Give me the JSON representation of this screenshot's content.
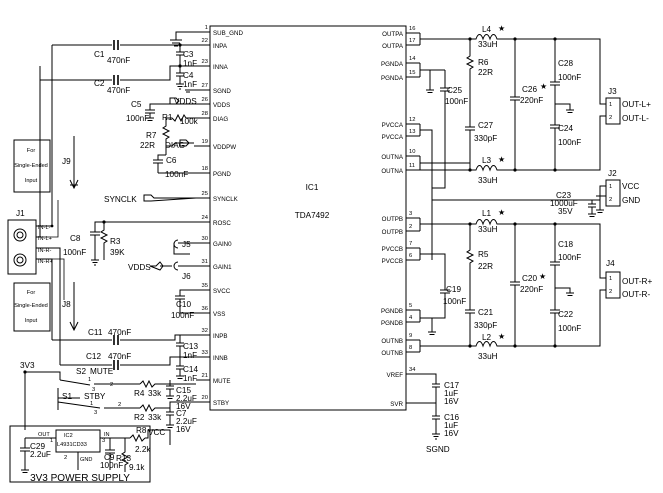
{
  "ic1": {
    "name": "IC1",
    "part": "TDA7492",
    "left_pins": [
      {
        "num": "1",
        "name": "SUB_GND"
      },
      {
        "num": "22",
        "name": "INPA"
      },
      {
        "num": "23",
        "name": "INNA"
      },
      {
        "num": "27",
        "name": "SGND"
      },
      {
        "num": "26",
        "name": "VDDS"
      },
      {
        "num": "28",
        "name": "DIAG"
      },
      {
        "num": "19",
        "name": "VDDPW"
      },
      {
        "num": "18",
        "name": "PGND"
      },
      {
        "num": "25",
        "name": "SYNCLK"
      },
      {
        "num": "24",
        "name": "ROSC"
      },
      {
        "num": "30",
        "name": "GAIN0"
      },
      {
        "num": "31",
        "name": "GAIN1"
      },
      {
        "num": "35",
        "name": "SVCC"
      },
      {
        "num": "36",
        "name": "VSS"
      },
      {
        "num": "32",
        "name": "INPB"
      },
      {
        "num": "33",
        "name": "INNB"
      },
      {
        "num": "21",
        "name": "MUTE"
      },
      {
        "num": "20",
        "name": "STBY"
      }
    ],
    "right_pins": [
      {
        "num": "16",
        "name": "OUTPA"
      },
      {
        "num": "17",
        "name": "OUTPA"
      },
      {
        "num": "14",
        "name": "PGNDA"
      },
      {
        "num": "15",
        "name": "PGNDA"
      },
      {
        "num": "12",
        "name": "PVCCA"
      },
      {
        "num": "13",
        "name": "PVCCA"
      },
      {
        "num": "10",
        "name": "OUTNA"
      },
      {
        "num": "11",
        "name": "OUTNA"
      },
      {
        "num": "3",
        "name": "OUTPB"
      },
      {
        "num": "2",
        "name": "OUTPB"
      },
      {
        "num": "7",
        "name": "PVCCB"
      },
      {
        "num": "6",
        "name": "PVCCB"
      },
      {
        "num": "5",
        "name": "PGNDB"
      },
      {
        "num": "4",
        "name": "PGNDB"
      },
      {
        "num": "9",
        "name": "OUTNB"
      },
      {
        "num": "8",
        "name": "OUTNB"
      },
      {
        "num": "34",
        "name": "VREF"
      },
      {
        "num": "",
        "name": "SVR"
      }
    ]
  },
  "components": {
    "c1": {
      "ref": "C1",
      "value": "470nF"
    },
    "c2": {
      "ref": "C2",
      "value": "470nF"
    },
    "c3": {
      "ref": "C3",
      "value": "1nF"
    },
    "c4": {
      "ref": "C4",
      "value": "1nF"
    },
    "c5": {
      "ref": "C5",
      "value": "100nF"
    },
    "vdds1": "VDDS",
    "r1": {
      "ref": "R1",
      "value": "100k"
    },
    "r7": {
      "ref": "R7",
      "value": "22R"
    },
    "diag": "DIAG",
    "c6": {
      "ref": "C6",
      "value": "100nF"
    },
    "synclk": "SYNCLK",
    "c8": {
      "ref": "C8",
      "value": "100nF"
    },
    "r3": {
      "ref": "R3",
      "value": "39K"
    },
    "j5": "J5",
    "j6": "J6",
    "vdds2": "VDDS",
    "c10": {
      "ref": "C10",
      "value": "100nF"
    },
    "c11": {
      "ref": "C11",
      "value": "470nF"
    },
    "c12": {
      "ref": "C12",
      "value": "470nF"
    },
    "c13": {
      "ref": "C13",
      "value": "1nF"
    },
    "c14": {
      "ref": "C14",
      "value": "1nF"
    },
    "r4": {
      "ref": "R4",
      "value": "33k"
    },
    "c15": {
      "ref": "C15",
      "value": "2.2uF"
    },
    "r2": {
      "ref": "R2",
      "value": "33k"
    },
    "c7": {
      "ref": "C7",
      "value": "2.2uF"
    },
    "c17": {
      "ref": "C17",
      "value": "1uF",
      "volt": "16V"
    },
    "c16": {
      "ref": "C16",
      "value": "1uF",
      "volt": "16V"
    },
    "sgnd": "SGND",
    "c15v": "16V",
    "c7v": "16V",
    "l4": {
      "ref": "L4",
      "value": "33uH"
    },
    "l3": {
      "ref": "L3",
      "value": "33uH"
    },
    "l1": {
      "ref": "L1",
      "value": "33uH"
    },
    "l2": {
      "ref": "L2",
      "value": "33uH"
    },
    "r6": {
      "ref": "R6",
      "value": "22R"
    },
    "c25": {
      "ref": "C25",
      "value": "100nF"
    },
    "c27": {
      "ref": "C27",
      "value": "330pF"
    },
    "c26": {
      "ref": "C26",
      "value": "220nF"
    },
    "c28": {
      "ref": "C28",
      "value": "100nF"
    },
    "c24": {
      "ref": "C24",
      "value": "100nF"
    },
    "r5": {
      "ref": "R5",
      "value": "22R"
    },
    "c19": {
      "ref": "C19",
      "value": "100nF"
    },
    "c21": {
      "ref": "C21",
      "value": "330pF"
    },
    "c20": {
      "ref": "C20",
      "value": "220nF"
    },
    "c18": {
      "ref": "C18",
      "value": "100nF"
    },
    "c22": {
      "ref": "C22",
      "value": "100nF"
    },
    "c23": {
      "ref": "C23",
      "value": "1000uF",
      "volt": "35V"
    },
    "star": "★"
  },
  "connectors": {
    "j1": {
      "ref": "J1",
      "pins": [
        "IN-L-",
        "IN-L+",
        "IN-R-",
        "IN-R+"
      ]
    },
    "j9": {
      "ref": "J9",
      "line1": "For",
      "line2": "Single-Ended",
      "line3": "Input"
    },
    "j8": {
      "ref": "J8",
      "line1": "For",
      "line2": "Single-Ended",
      "line3": "Input"
    },
    "j3": {
      "ref": "J3",
      "p1": "OUT-L+",
      "p2": "OUT-L-"
    },
    "j2": {
      "ref": "J2",
      "p1": "VCC",
      "p2": "GND"
    },
    "j4": {
      "ref": "J4",
      "p1": "OUT-R+",
      "p2": "OUT-R-"
    }
  },
  "switches": {
    "s2": "S2",
    "mute": "MUTE",
    "s1": "S1",
    "stby": "STBY",
    "v3v3": "3V3"
  },
  "supply": {
    "title": "3V3 POWER SUPPLY",
    "ic2": "IC2",
    "ic2_part": "L4931CD33",
    "out": "OUT",
    "in": "IN",
    "gnd": "GND",
    "vcc": "VCC",
    "c29": {
      "ref": "C29",
      "value": "2.2uF"
    },
    "r8": {
      "ref": "R8",
      "value": "2.2k"
    },
    "c9": {
      "ref": "C9",
      "value": "100nF"
    },
    "r13": {
      "ref": "R13",
      "value": "9.1k"
    }
  }
}
